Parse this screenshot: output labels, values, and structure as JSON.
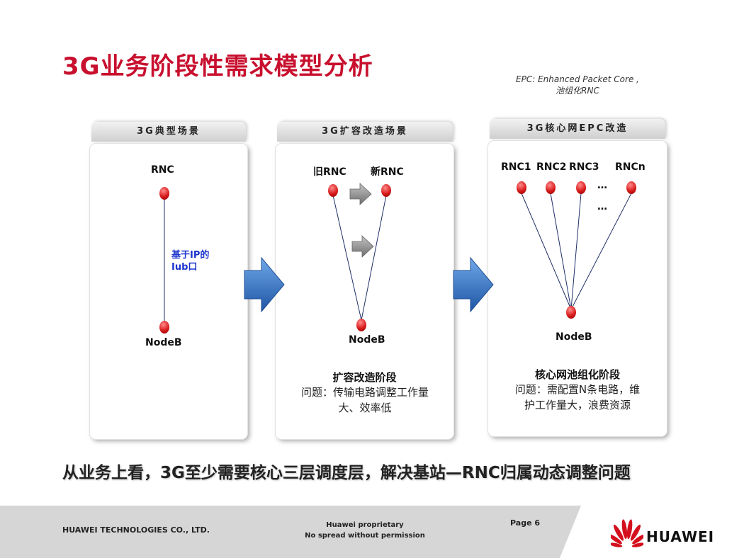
{
  "title": "3G业务阶段性需求模型分析",
  "note": {
    "line1": "EPC: Enhanced Packet  Core ,",
    "line2": "池组化RNC"
  },
  "panels": [
    {
      "tab": "3G典型场景",
      "labels": {
        "rnc": "RNC",
        "nodeb": "NodeB"
      },
      "iub": {
        "line1": "基于IP的",
        "line2": "Iub口"
      }
    },
    {
      "tab": "3G扩容改造场景",
      "labels": {
        "old_rnc": "旧RNC",
        "new_rnc": "新RNC",
        "nodeb": "NodeB"
      },
      "stage": "扩容改造阶段",
      "problem": {
        "line1": "问题：传输电路调整工作量",
        "line2": "大、效率低"
      }
    },
    {
      "tab": "3G核心网EPC改造",
      "labels": {
        "rnc1": "RNC1",
        "rnc2": "RNC2",
        "rnc3": "RNC3",
        "rncn": "RNCn",
        "nodeb": "NodeB",
        "ellipsis1": "…",
        "ellipsis2": "…"
      },
      "stage": "核心网池组化阶段",
      "problem": {
        "line1": "问题：需配置N条电路，维",
        "line2": "护工作量大，浪费资源"
      }
    }
  ],
  "conclusion": "从业务上看，3G至少需要核心三层调度层，解决基站—RNC归属动态调整问题",
  "footer": {
    "company": "HUAWEI TECHNOLOGIES CO., LTD.",
    "proprietary": "Huawei proprietary",
    "spread": "No spread without permission",
    "page": "Page 6",
    "brand": "HUAWEI"
  },
  "colors": {
    "title": "#c8102e",
    "node": "#d81b1b",
    "arrow_big": "#2f6fc0",
    "arrow_small": "#8a8a8a",
    "iub_text": "#1a33cc"
  }
}
